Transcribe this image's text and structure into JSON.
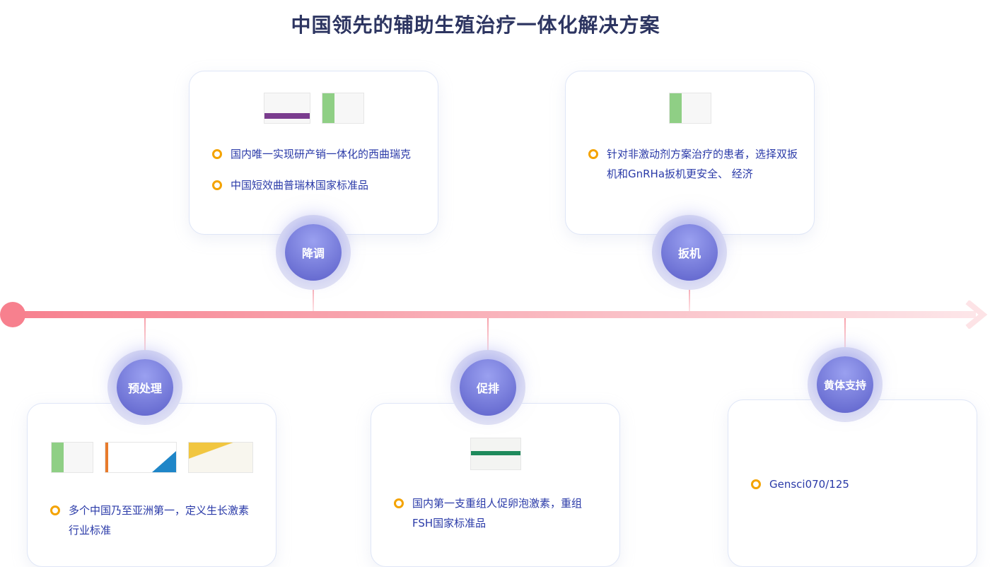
{
  "title": "中国领先的辅助生殖治疗一体化解决方案",
  "colors": {
    "timeline": "#f7808e",
    "node": "#5b5fc9",
    "bullet": "#f4a300",
    "text": "#2a3aa8"
  },
  "stages": [
    {
      "label": "预处理",
      "items": [
        "多个中国乃至亚洲第一，定义生长激素行业标准"
      ]
    },
    {
      "label": "降调",
      "items": [
        "国内唯一实现研产销一体化的西曲瑞克",
        "中国短效曲普瑞林国家标准品"
      ]
    },
    {
      "label": "促排",
      "items": [
        "国内第一支重组人促卵泡激素，重组FSH国家标准品"
      ]
    },
    {
      "label": "扳机",
      "items": [
        "针对非激动剂方案治疗的患者，选择双扳机和GnRHa扳机更安全、 经济"
      ]
    },
    {
      "label": "黄体支持",
      "items": [
        "Gensci070/125"
      ]
    }
  ]
}
